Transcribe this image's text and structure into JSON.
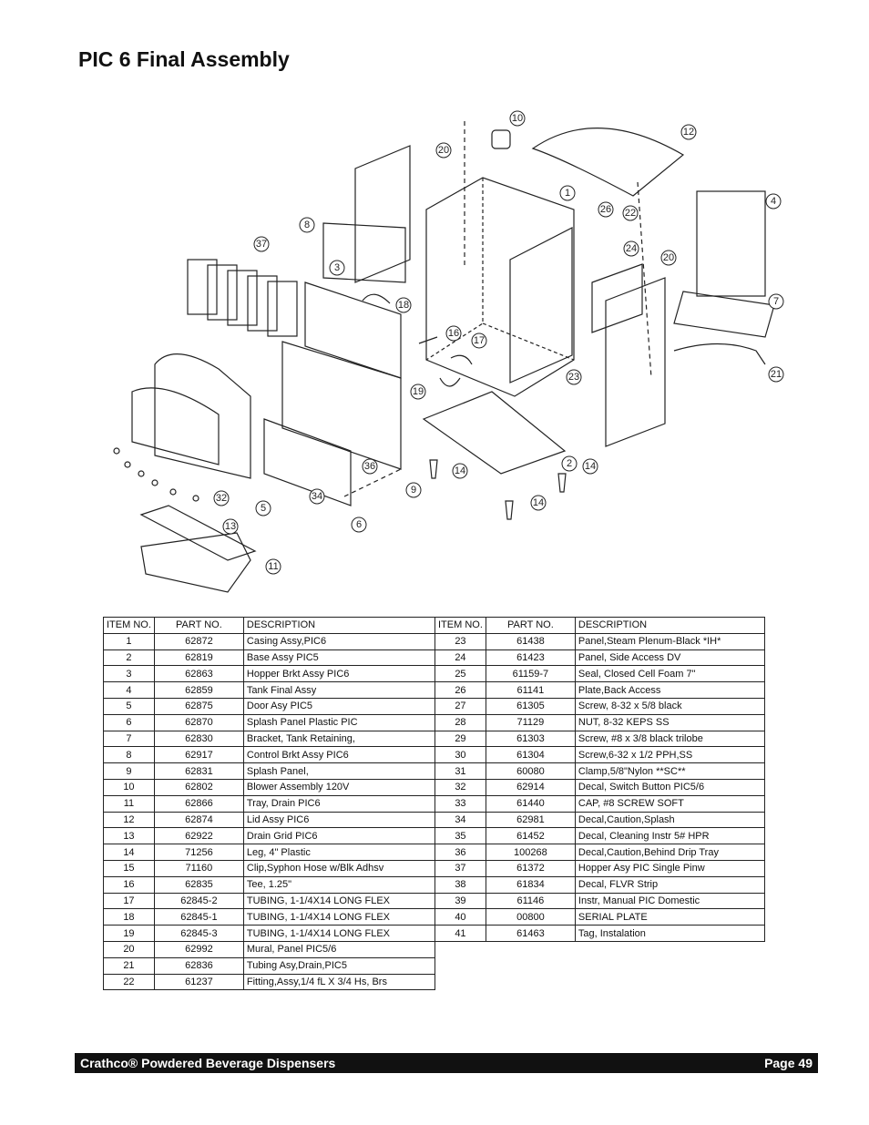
{
  "page": {
    "title": "PIC 6 Final Assembly"
  },
  "diagram": {
    "callouts": [
      {
        "label": "10"
      },
      {
        "label": "12"
      },
      {
        "label": "20"
      },
      {
        "label": "1"
      },
      {
        "label": "4"
      },
      {
        "label": "8"
      },
      {
        "label": "26"
      },
      {
        "label": "22"
      },
      {
        "label": "37"
      },
      {
        "label": "24"
      },
      {
        "label": "20"
      },
      {
        "label": "3"
      },
      {
        "label": "18"
      },
      {
        "label": "7"
      },
      {
        "label": "16"
      },
      {
        "label": "17"
      },
      {
        "label": "21"
      },
      {
        "label": "23"
      },
      {
        "label": "19"
      },
      {
        "label": "2"
      },
      {
        "label": "14"
      },
      {
        "label": "36"
      },
      {
        "label": "14"
      },
      {
        "label": "9"
      },
      {
        "label": "32"
      },
      {
        "label": "5"
      },
      {
        "label": "34"
      },
      {
        "label": "14"
      },
      {
        "label": "6"
      },
      {
        "label": "13"
      },
      {
        "label": "11"
      }
    ]
  },
  "table": {
    "headers": {
      "item": "ITEM NO.",
      "part": "PART NO.",
      "desc": "DESCRIPTION"
    },
    "left_rows": [
      {
        "item": "1",
        "part": "62872",
        "desc": "Casing Assy,PIC6"
      },
      {
        "item": "2",
        "part": "62819",
        "desc": "Base Assy PIC5"
      },
      {
        "item": "3",
        "part": "62863",
        "desc": "Hopper Brkt Assy PIC6"
      },
      {
        "item": "4",
        "part": "62859",
        "desc": "Tank Final Assy"
      },
      {
        "item": "5",
        "part": "62875",
        "desc": "Door Asy PIC5"
      },
      {
        "item": "6",
        "part": "62870",
        "desc": "Splash Panel Plastic PIC"
      },
      {
        "item": "7",
        "part": "62830",
        "desc": "Bracket, Tank Retaining,"
      },
      {
        "item": "8",
        "part": "62917",
        "desc": "Control Brkt Assy PIC6"
      },
      {
        "item": "9",
        "part": "62831",
        "desc": "Splash Panel,"
      },
      {
        "item": "10",
        "part": "62802",
        "desc": "Blower Assembly 120V"
      },
      {
        "item": "11",
        "part": "62866",
        "desc": "Tray, Drain PIC6"
      },
      {
        "item": "12",
        "part": "62874",
        "desc": "Lid Assy PIC6"
      },
      {
        "item": "13",
        "part": "62922",
        "desc": "Drain Grid PIC6"
      },
      {
        "item": "14",
        "part": "71256",
        "desc": "Leg, 4\" Plastic"
      },
      {
        "item": "15",
        "part": "71160",
        "desc": "Clip,Syphon Hose w/Blk Adhsv"
      },
      {
        "item": "16",
        "part": "62835",
        "desc": "Tee, 1.25\""
      },
      {
        "item": "17",
        "part": "62845-2",
        "desc": "TUBING, 1-1/4X14 LONG FLEX"
      },
      {
        "item": "18",
        "part": "62845-1",
        "desc": "TUBING, 1-1/4X14  LONG FLEX"
      },
      {
        "item": "19",
        "part": "62845-3",
        "desc": "TUBING, 1-1/4X14 LONG FLEX"
      },
      {
        "item": "20",
        "part": "62992",
        "desc": "Mural, Panel PIC5/6"
      },
      {
        "item": "21",
        "part": "62836",
        "desc": "Tubing Asy,Drain,PIC5"
      },
      {
        "item": "22",
        "part": "61237",
        "desc": "Fitting,Assy,1/4 fL X 3/4 Hs, Brs"
      }
    ],
    "right_rows": [
      {
        "item": "23",
        "part": "61438",
        "desc": "Panel,Steam Plenum-Black *IH*"
      },
      {
        "item": "24",
        "part": "61423",
        "desc": "Panel, Side Access DV"
      },
      {
        "item": "25",
        "part": "61159-7",
        "desc": "Seal, Closed Cell Foam 7\""
      },
      {
        "item": "26",
        "part": "61141",
        "desc": "Plate,Back Access"
      },
      {
        "item": "27",
        "part": "61305",
        "desc": "Screw, 8-32 x 5/8 black"
      },
      {
        "item": "28",
        "part": "71129",
        "desc": "NUT, 8-32 KEPS SS"
      },
      {
        "item": "29",
        "part": "61303",
        "desc": "Screw, #8 x 3/8 black trilobe"
      },
      {
        "item": "30",
        "part": "61304",
        "desc": "Screw,6-32 x 1/2 PPH,SS"
      },
      {
        "item": "31",
        "part": "60080",
        "desc": "Clamp,5/8\"Nylon **SC**"
      },
      {
        "item": "32",
        "part": "62914",
        "desc": "Decal, Switch Button PIC5/6"
      },
      {
        "item": "33",
        "part": "61440",
        "desc": "CAP, #8 SCREW SOFT"
      },
      {
        "item": "34",
        "part": "62981",
        "desc": "Decal,Caution,Splash"
      },
      {
        "item": "35",
        "part": "61452",
        "desc": "Decal, Cleaning Instr 5# HPR"
      },
      {
        "item": "36",
        "part": "100268",
        "desc": "Decal,Caution,Behind Drip Tray"
      },
      {
        "item": "37",
        "part": "61372",
        "desc": "Hopper Asy PIC Single Pinw"
      },
      {
        "item": "38",
        "part": "61834",
        "desc": "Decal, FLVR Strip"
      },
      {
        "item": "39",
        "part": "61146",
        "desc": "Instr, Manual PIC Domestic"
      },
      {
        "item": "40",
        "part": "00800",
        "desc": "SERIAL PLATE"
      },
      {
        "item": "41",
        "part": "61463",
        "desc": "Tag, Instalation"
      }
    ]
  },
  "footer": {
    "left": "Crathco® Powdered Beverage Dispensers",
    "right": "Page 49"
  }
}
